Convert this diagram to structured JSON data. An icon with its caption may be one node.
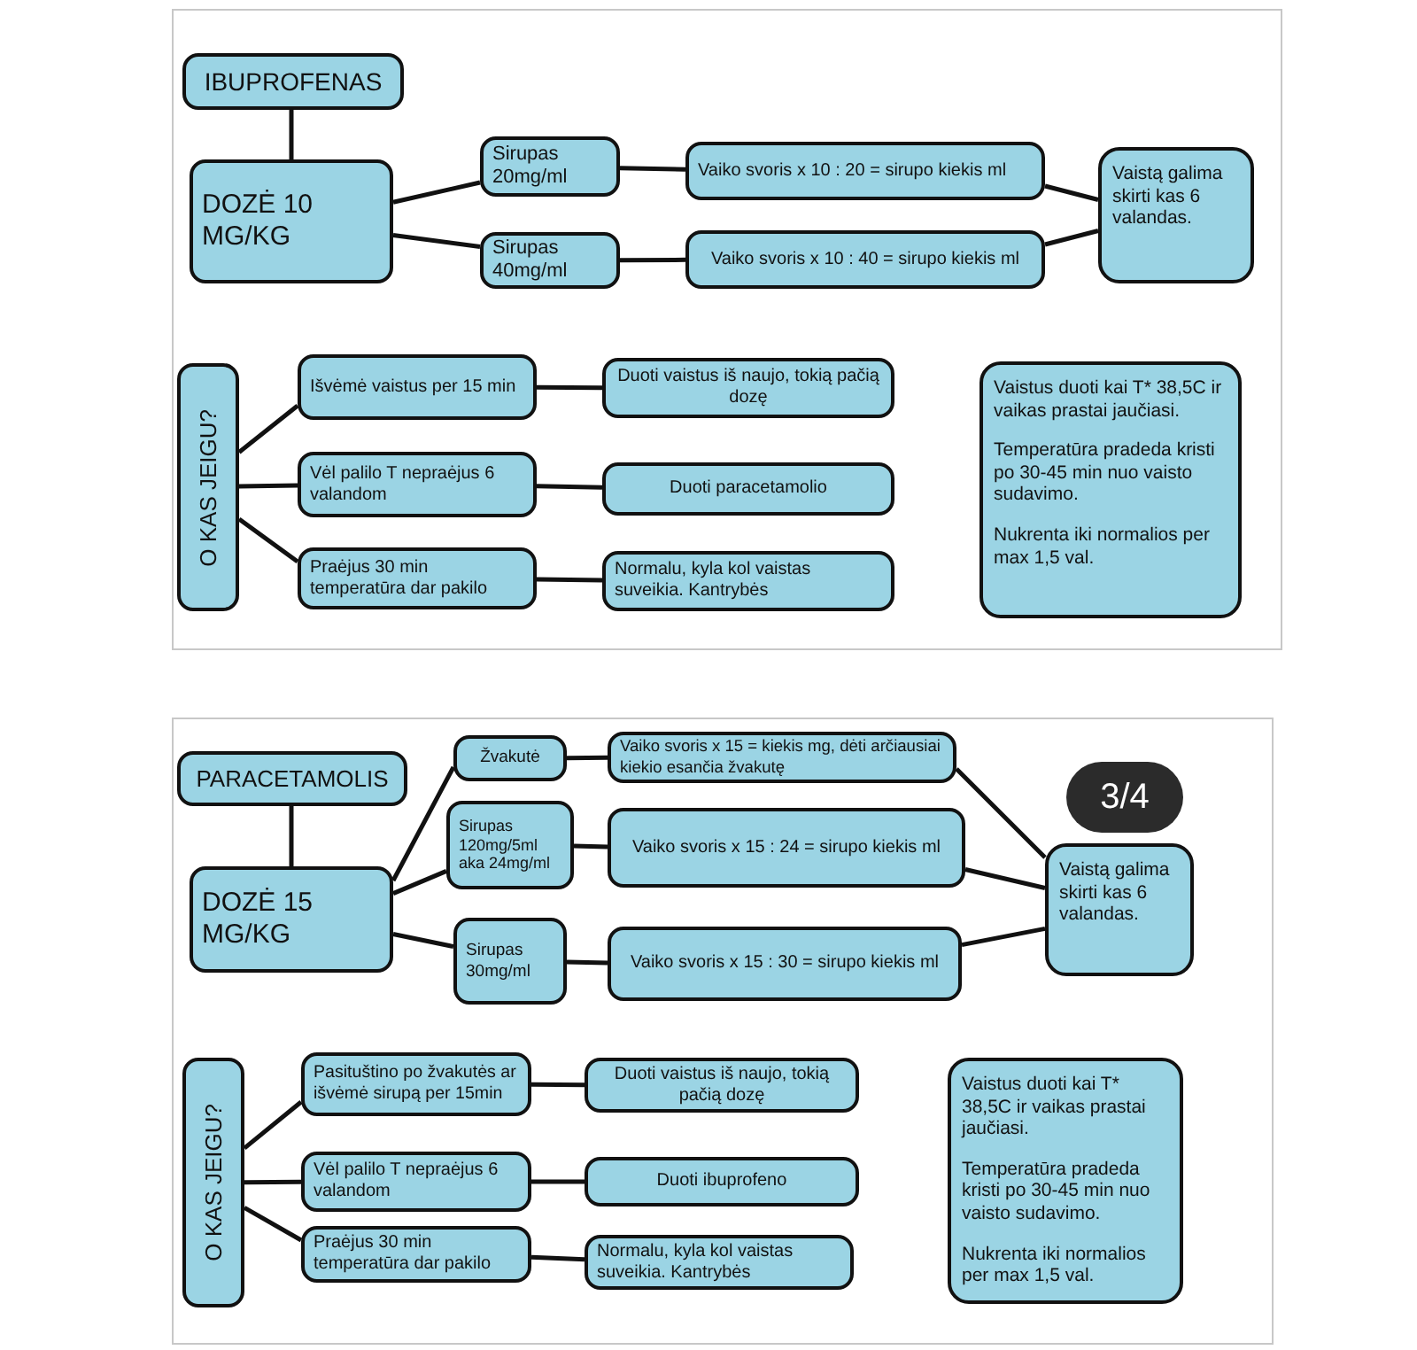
{
  "diagram": {
    "nodes": [
      {
        "text": [
          "IBUPROFENAS"
        ]
      },
      {
        "text": [
          "DOZĖ 10 MG/KG"
        ]
      },
      {
        "text": [
          "Sirupas 20mg/ml"
        ]
      },
      {
        "text": [
          "Sirupas 40mg/ml"
        ]
      },
      {
        "text": [
          "Vaiko svoris x 10 : 20 = sirupo kiekis ml"
        ]
      },
      {
        "text": [
          "Vaiko svoris x 10 : 40 = sirupo kiekis ml"
        ]
      },
      {
        "text": [
          "Vaistą galima skirti kas 6 valandas."
        ]
      },
      {
        "text": [
          "O KAS JEIGU?"
        ]
      },
      {
        "text": [
          "Išvėmė vaistus per 15 min"
        ]
      },
      {
        "text": [
          "Duoti vaistus iš naujo, tokią pačią dozę"
        ]
      },
      {
        "text": [
          "Vėl palilo T nepraėjus 6 valandom"
        ]
      },
      {
        "text": [
          "Duoti paracetamolio"
        ]
      },
      {
        "text": [
          "Praėjus 30 min temperatūra dar pakilo"
        ]
      },
      {
        "text": [
          "Normalu, kyla kol vaistas suveikia. Kantrybės"
        ]
      },
      {
        "text": [
          "Vaistus duoti kai T* 38,5C ir vaikas prastai jaučiasi.",
          "Temperatūra pradeda kristi po 30-45 min nuo vaisto sudavimo.",
          "Nukrenta iki normalios per max 1,5 val."
        ]
      },
      {
        "text": [
          "PARACETAMOLIS"
        ]
      },
      {
        "text": [
          "DOZĖ 15 MG/KG"
        ]
      },
      {
        "text": [
          "Žvakutė"
        ]
      },
      {
        "text": [
          "Sirupas 120mg/5ml aka 24mg/ml"
        ]
      },
      {
        "text": [
          "Sirupas 30mg/ml"
        ]
      },
      {
        "text": [
          "Vaiko svoris x 15 = kiekis mg, dėti arčiausiai kiekio esančia žvakutę"
        ]
      },
      {
        "text": [
          "Vaiko svoris x 15 : 24 = sirupo kiekis ml"
        ]
      },
      {
        "text": [
          "Vaiko svoris x 15 : 30 = sirupo kiekis ml"
        ]
      },
      {
        "text": [
          "Vaistą galima skirti kas 6 valandas."
        ]
      },
      {
        "text": [
          "O KAS JEIGU?"
        ]
      },
      {
        "text": [
          "Pasituštino po žvakutės ar išvėmė sirupą per 15min"
        ]
      },
      {
        "text": [
          "Duoti vaistus iš naujo, tokią pačią dozę"
        ]
      },
      {
        "text": [
          "Vėl palilo T nepraėjus 6 valandom"
        ]
      },
      {
        "text": [
          "Duoti ibuprofeno"
        ]
      },
      {
        "text": [
          "Praėjus 30 min temperatūra dar pakilo"
        ]
      },
      {
        "text": [
          "Normalu, kyla kol vaistas suveikia. Kantrybės"
        ]
      },
      {
        "text": [
          "Vaistus duoti kai T* 38,5C ir vaikas prastai jaučiasi.",
          "Temperatūra pradeda kristi po 30-45 min nuo vaisto sudavimo.",
          "Nukrenta iki normalios per max 1,5 val."
        ]
      }
    ],
    "edges": [
      {
        "from": 0,
        "to": 1,
        "arrow": "none"
      },
      {
        "from": 1,
        "to": 2,
        "arrow": "none"
      },
      {
        "from": 1,
        "to": 3,
        "arrow": "none"
      },
      {
        "from": 2,
        "to": 4,
        "arrow": "none"
      },
      {
        "from": 3,
        "to": 5,
        "arrow": "none"
      },
      {
        "from": 4,
        "to": 6,
        "arrow": "none"
      },
      {
        "from": 5,
        "to": 6,
        "arrow": "none"
      },
      {
        "from": 7,
        "to": 8,
        "arrow": "none"
      },
      {
        "from": 7,
        "to": 10,
        "arrow": "none"
      },
      {
        "from": 7,
        "to": 12,
        "arrow": "none"
      },
      {
        "from": 8,
        "to": 9,
        "arrow": "none"
      },
      {
        "from": 10,
        "to": 11,
        "arrow": "none"
      },
      {
        "from": 12,
        "to": 13,
        "arrow": "none"
      },
      {
        "from": 15,
        "to": 16,
        "arrow": "none"
      },
      {
        "from": 16,
        "to": 17,
        "arrow": "none"
      },
      {
        "from": 16,
        "to": 18,
        "arrow": "none"
      },
      {
        "from": 16,
        "to": 19,
        "arrow": "none"
      },
      {
        "from": 17,
        "to": 20,
        "arrow": "none"
      },
      {
        "from": 18,
        "to": 21,
        "arrow": "none"
      },
      {
        "from": 19,
        "to": 22,
        "arrow": "none"
      },
      {
        "from": 20,
        "to": 23,
        "arrow": "none"
      },
      {
        "from": 21,
        "to": 23,
        "arrow": "none"
      },
      {
        "from": 22,
        "to": 23,
        "arrow": "none"
      },
      {
        "from": 24,
        "to": 25,
        "arrow": "none"
      },
      {
        "from": 24,
        "to": 27,
        "arrow": "none"
      },
      {
        "from": 24,
        "to": 29,
        "arrow": "none"
      },
      {
        "from": 25,
        "to": 26,
        "arrow": "none"
      },
      {
        "from": 27,
        "to": 28,
        "arrow": "none"
      },
      {
        "from": 29,
        "to": 30,
        "arrow": "none"
      }
    ],
    "labels": [
      "3/4"
    ]
  }
}
